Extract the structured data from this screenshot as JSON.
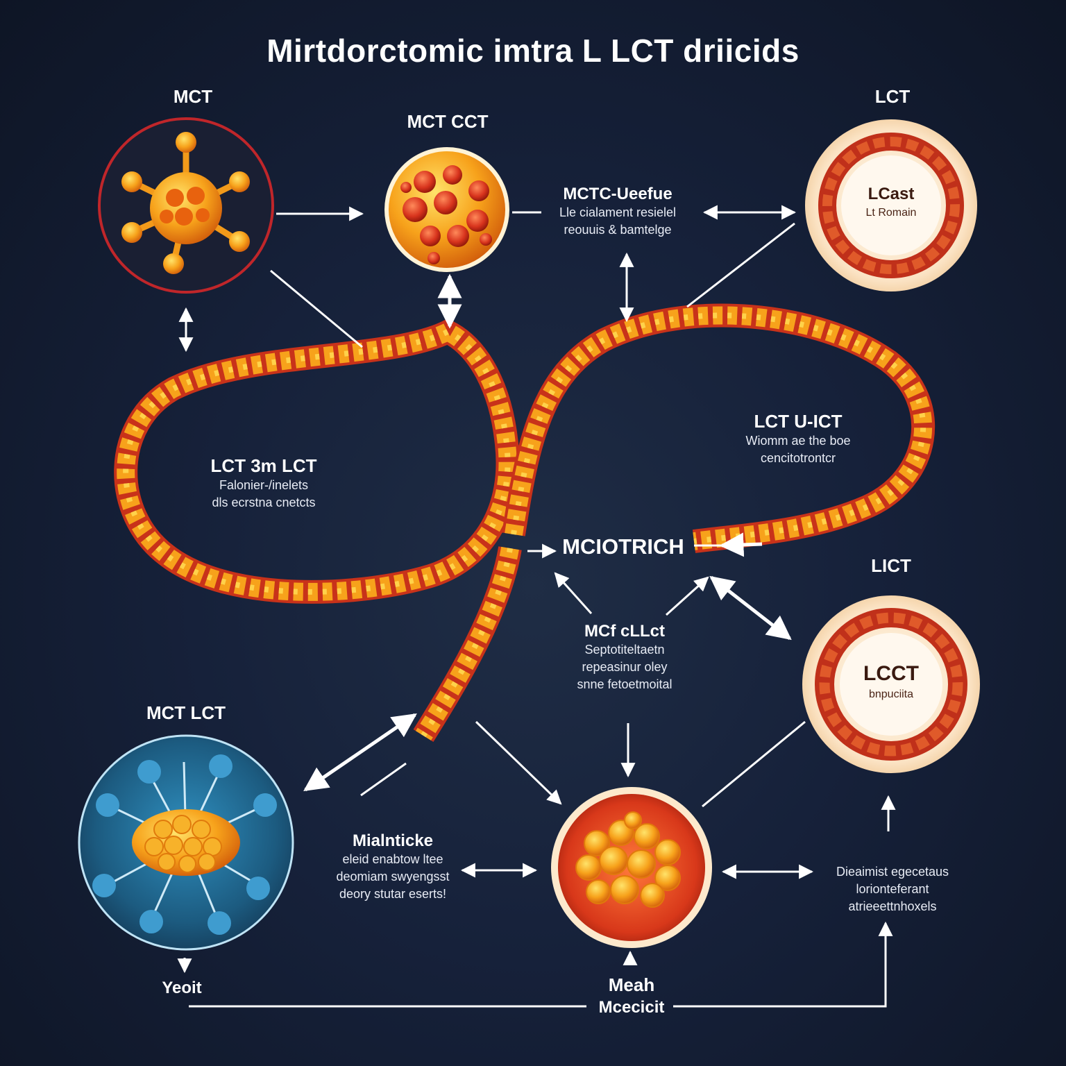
{
  "title": "Mirtdorctomic imtra L LCT driicids",
  "colors": {
    "background": "#16213a",
    "chain": "#f29a1a",
    "chain_inner": "#c8321a",
    "arrow": "#ffffff",
    "ring_red": "#c0262a",
    "cell_blue": "#2a6f9a"
  },
  "nodes": {
    "top_left": {
      "label": "MCT",
      "icon": "molecule-icon"
    },
    "top_center": {
      "label": "MCT CCT",
      "icon": "droplet-cell-icon"
    },
    "top_right": {
      "label": "LCT",
      "inner_title": "LCast",
      "inner_sub": "Lt Romain",
      "icon": "ring-cell-icon"
    },
    "mid_right": {
      "label": "LICT",
      "inner_title": "LCCT",
      "inner_sub": "bnpuciita",
      "icon": "ring-cell-icon"
    },
    "bottom_left": {
      "label": "MCT LCT",
      "icon": "neuron-cell-icon"
    },
    "bottom_center": {
      "icon": "fat-globule-icon"
    }
  },
  "texts": {
    "top_mid_block": {
      "head": "MCTC-Ueefue",
      "lines": [
        "Lle cialament resielel",
        "reouuis & bamtelge"
      ]
    },
    "left_loop_block": {
      "head": "LCT 3m LCT",
      "lines": [
        "Falonier-/inelets",
        "dls ecrstna cnetcts"
      ]
    },
    "right_loop_block": {
      "head": "LCT U-ICT",
      "lines": [
        "Wiomm ae the boe",
        "cencitotrontcr"
      ]
    },
    "center_label": "MCIOTRICH",
    "center_block": {
      "head": "MCf cLLct",
      "lines": [
        "Septotiteltaetn",
        "repeasinur oley",
        "snne fetoetmoital"
      ]
    },
    "bottom_left_block": {
      "head": "Mialnticke",
      "lines": [
        "eleid enabtow ltee",
        "deomiam swyengsst",
        "deory stutar eserts!"
      ]
    },
    "bottom_right_block": {
      "lines": [
        "Dieaimist egecetaus",
        "lorionteferant",
        "atrieeettnhoxels"
      ]
    },
    "bottom_center_label": {
      "line1": "Meah",
      "line2": "Mcecicit"
    },
    "bottom_left_footer": "Yeoit"
  }
}
